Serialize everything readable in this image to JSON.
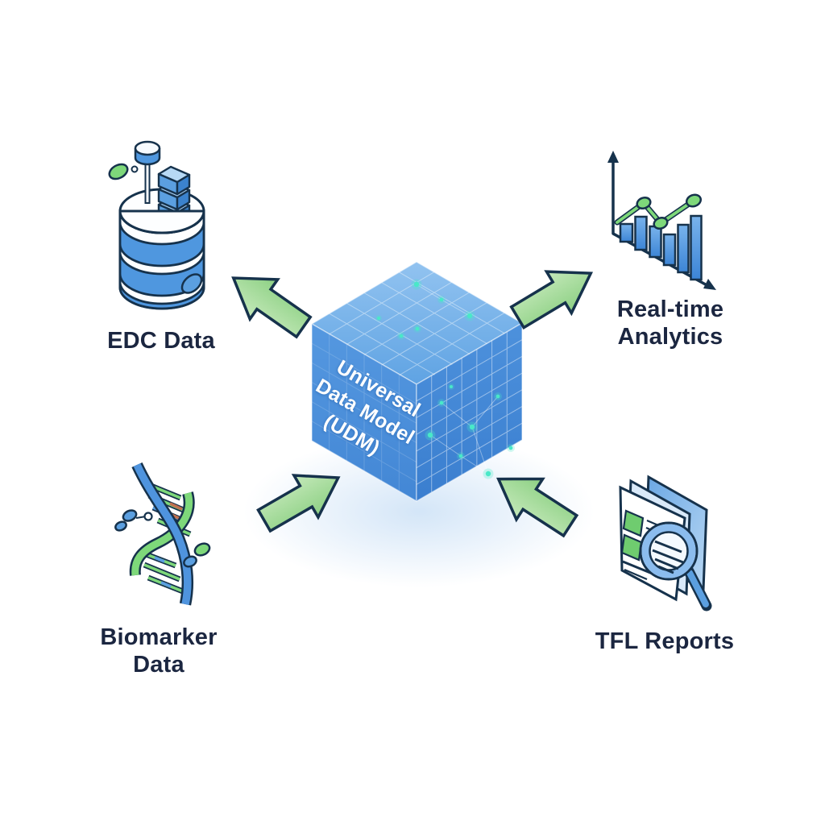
{
  "page": {
    "background": "#ffffff",
    "kind": "isometric data-flow diagram"
  },
  "cube": {
    "icon": "udm-cube-icon",
    "line1": "Universal",
    "line2": "Data Model",
    "line3": "(UDM)"
  },
  "nodes": {
    "edc": {
      "label": "EDC Data",
      "icon": "database-icon",
      "position": "top-left"
    },
    "analytics": {
      "line1": "Real-time",
      "line2": "Analytics",
      "icon": "bar-chart-icon",
      "position": "top-right"
    },
    "biomarker": {
      "line1": "Biomarker",
      "line2": "Data",
      "icon": "dna-icon",
      "position": "bottom-left"
    },
    "tfl": {
      "label": "TFL Reports",
      "icon": "document-magnifier-icon",
      "position": "bottom-right"
    }
  },
  "arrows": {
    "to_edc": {
      "name": "arrow-udm-to-edc",
      "direction": "up-left"
    },
    "to_analytics": {
      "name": "arrow-udm-to-analytics",
      "direction": "up-right"
    },
    "from_biomarker": {
      "name": "arrow-biomarker-to-udm",
      "direction": "up-right"
    },
    "from_tfl": {
      "name": "arrow-tfl-to-udm",
      "direction": "up-left"
    }
  },
  "colors": {
    "outline": "#16324c",
    "label_text": "#1b2640",
    "cube_top": "#77b1e9",
    "cube_left": "#4e93dd",
    "cube_right": "#4285d4",
    "arrow_green": "#a5d99c",
    "icon_blue": "#4f97df",
    "icon_green": "#7ed87a",
    "dot_teal": "#49e8c8",
    "cube_text": "#ffffff"
  }
}
